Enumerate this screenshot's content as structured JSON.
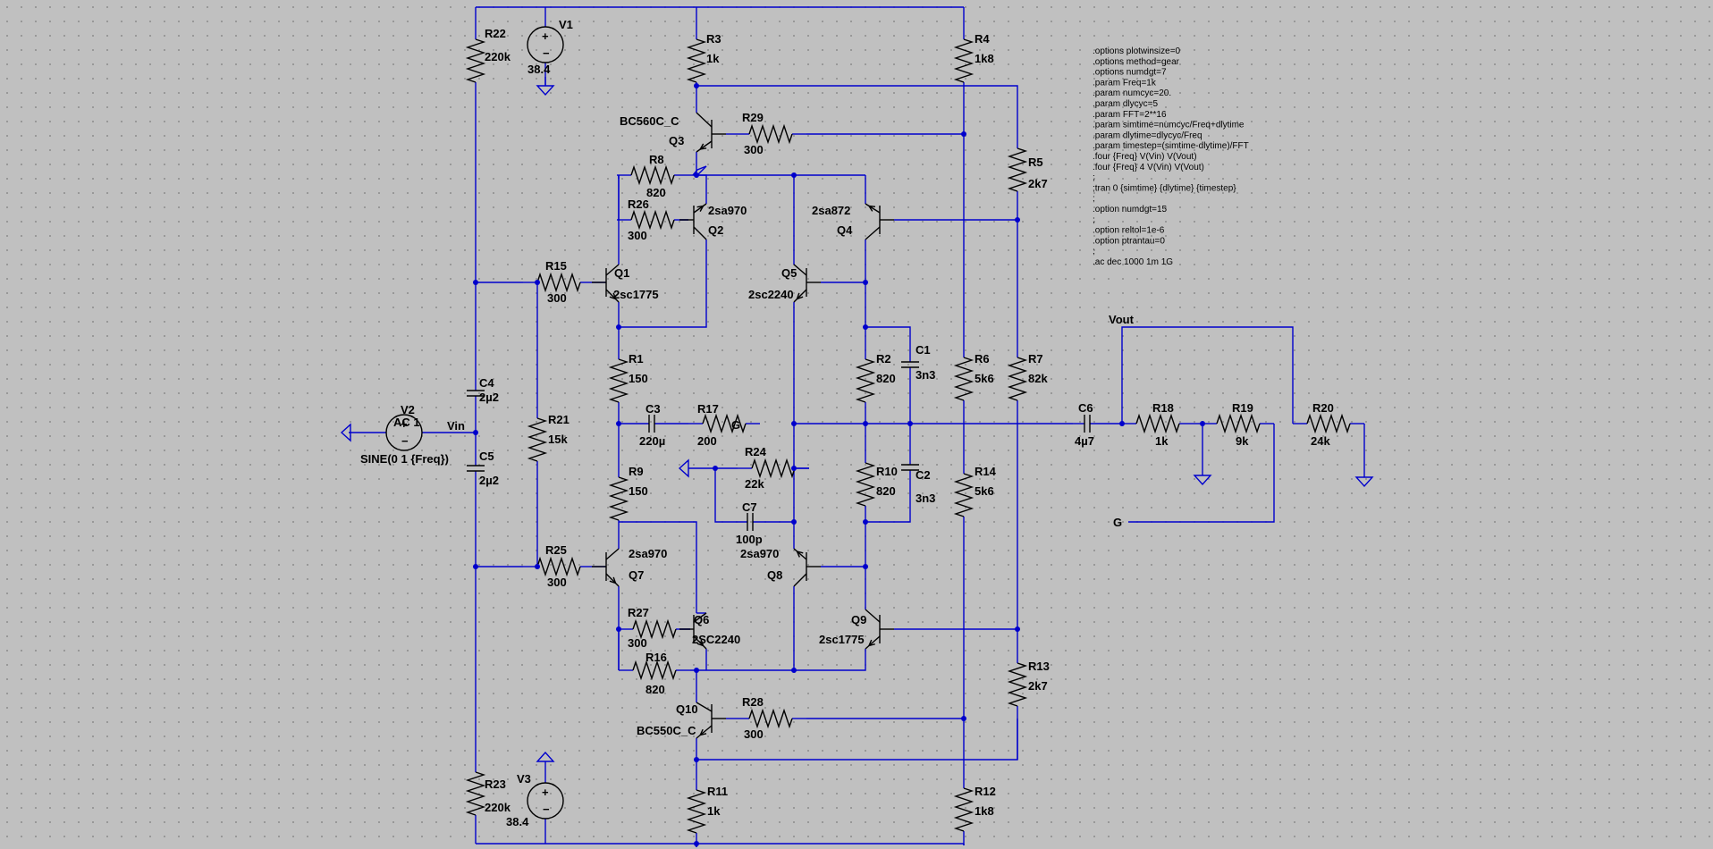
{
  "components": [
    {
      "id": "R22",
      "ref": "R22",
      "value": "220k"
    },
    {
      "id": "R23",
      "ref": "R23",
      "value": "220k"
    },
    {
      "id": "R3",
      "ref": "R3",
      "value": "1k"
    },
    {
      "id": "R4",
      "ref": "R4",
      "value": "1k8"
    },
    {
      "id": "R5",
      "ref": "R5",
      "value": "2k7"
    },
    {
      "id": "R29",
      "ref": "R29",
      "value": "300"
    },
    {
      "id": "R8",
      "ref": "R8",
      "value": "820"
    },
    {
      "id": "R26",
      "ref": "R26",
      "value": "300"
    },
    {
      "id": "R15",
      "ref": "R15",
      "value": "300"
    },
    {
      "id": "R1",
      "ref": "R1",
      "value": "150"
    },
    {
      "id": "R17",
      "ref": "R17",
      "value": "200"
    },
    {
      "id": "R9",
      "ref": "R9",
      "value": "150"
    },
    {
      "id": "R21",
      "ref": "R21",
      "value": "15k"
    },
    {
      "id": "R25",
      "ref": "R25",
      "value": "300"
    },
    {
      "id": "R27",
      "ref": "R27",
      "value": "300"
    },
    {
      "id": "R16",
      "ref": "R16",
      "value": "820"
    },
    {
      "id": "R28",
      "ref": "R28",
      "value": "300"
    },
    {
      "id": "R11",
      "ref": "R11",
      "value": "1k"
    },
    {
      "id": "R12",
      "ref": "R12",
      "value": "1k8"
    },
    {
      "id": "R13",
      "ref": "R13",
      "value": "2k7"
    },
    {
      "id": "R2",
      "ref": "R2",
      "value": "820"
    },
    {
      "id": "R10",
      "ref": "R10",
      "value": "820"
    },
    {
      "id": "R24",
      "ref": "R24",
      "value": "22k"
    },
    {
      "id": "R6",
      "ref": "R6",
      "value": "5k6"
    },
    {
      "id": "R14",
      "ref": "R14",
      "value": "5k6"
    },
    {
      "id": "R7",
      "ref": "R7",
      "value": "82k"
    },
    {
      "id": "R18",
      "ref": "R18",
      "value": "1k"
    },
    {
      "id": "R19",
      "ref": "R19",
      "value": "9k"
    },
    {
      "id": "R20",
      "ref": "R20",
      "value": "24k"
    },
    {
      "id": "C4",
      "ref": "C4",
      "value": "2µ2"
    },
    {
      "id": "C5",
      "ref": "C5",
      "value": "2µ2"
    },
    {
      "id": "C3",
      "ref": "C3",
      "value": "220µ"
    },
    {
      "id": "C7",
      "ref": "C7",
      "value": "100p"
    },
    {
      "id": "C1",
      "ref": "C1",
      "value": "3n3"
    },
    {
      "id": "C2",
      "ref": "C2",
      "value": "3n3"
    },
    {
      "id": "C6",
      "ref": "C6",
      "value": "4µ7"
    },
    {
      "id": "V1",
      "ref": "V1",
      "value": "38.4"
    },
    {
      "id": "V3",
      "ref": "V3",
      "value": "38.4"
    },
    {
      "id": "V2",
      "ref": "V2",
      "value": "AC 1",
      "value2": "SINE(0 1 {Freq})"
    },
    {
      "id": "Q1",
      "ref": "Q1",
      "value": "2sc1775"
    },
    {
      "id": "Q2",
      "ref": "Q2",
      "value": "2sa970"
    },
    {
      "id": "Q3",
      "ref": "Q3",
      "value": "BC560C_C"
    },
    {
      "id": "Q4",
      "ref": "Q4",
      "value": "2sa872"
    },
    {
      "id": "Q5",
      "ref": "Q5",
      "value": "2sc2240"
    },
    {
      "id": "Q6",
      "ref": "Q6",
      "value": "2SC2240"
    },
    {
      "id": "Q7",
      "ref": "Q7",
      "value": "2sa970"
    },
    {
      "id": "Q8",
      "ref": "Q8",
      "value": "2sa970"
    },
    {
      "id": "Q9",
      "ref": "Q9",
      "value": "2sc1775"
    },
    {
      "id": "Q10",
      "ref": "Q10",
      "value": "BC550C_C"
    }
  ],
  "nets": {
    "vin": "Vin",
    "vout": "Vout",
    "g1": "G",
    "g2": "G"
  },
  "directives": [
    ".options plotwinsize=0",
    ".options method=gear",
    ".options numdgt=7",
    ".param Freq=1k",
    ".param numcyc=20.",
    ".param dlycyc=5",
    ".param FFT=2**16",
    ".param simtime=numcyc/Freq+dlytime",
    ".param dlytime=dlycyc/Freq",
    ".param timestep=(simtime-dlytime)/FFT",
    ".four {Freq} V(Vin) V(Vout)",
    ".four {Freq} 4 V(Vin) V(Vout)",
    ";",
    ";tran 0 {simtime} {dlytime} {timestep}",
    ";",
    ".option numdgt=15",
    ";",
    ".option reltol=1e-6",
    ".option ptrantau=0",
    ";",
    ".ac dec 1000 1m 1G"
  ]
}
